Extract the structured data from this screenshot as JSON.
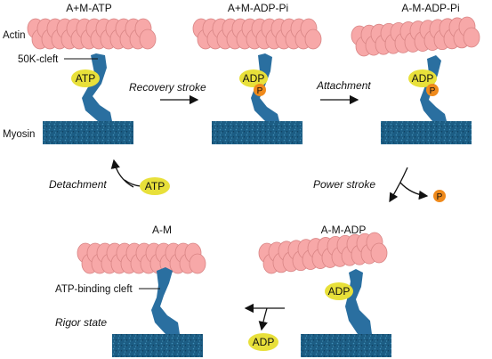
{
  "labels": {
    "actin": "Actin",
    "cleft": "50K-cleft",
    "myosin": "Myosin",
    "atp_binding_cleft": "ATP-binding cleft"
  },
  "states": {
    "s1": "A+M-ATP",
    "s2": "A+M-ADP-Pi",
    "s3": "A-M-ADP-Pi",
    "s4": "A-M-ADP",
    "s5": "A-M"
  },
  "steps": {
    "recovery": "Recovery stroke",
    "attachment": "Attachment",
    "power": "Power stroke",
    "detachment": "Detachment",
    "rigor": "Rigor state"
  },
  "molecules": {
    "atp": "ATP",
    "adp": "ADP",
    "p": "P"
  },
  "colors": {
    "actin_fill": "#f7a8a8",
    "actin_stroke": "#d98585",
    "myosin_head": "#2a6fa0",
    "myosin_base": "#1d5f86",
    "nucleotide": "#e8e03a",
    "phosphate": "#ef8a1c"
  }
}
